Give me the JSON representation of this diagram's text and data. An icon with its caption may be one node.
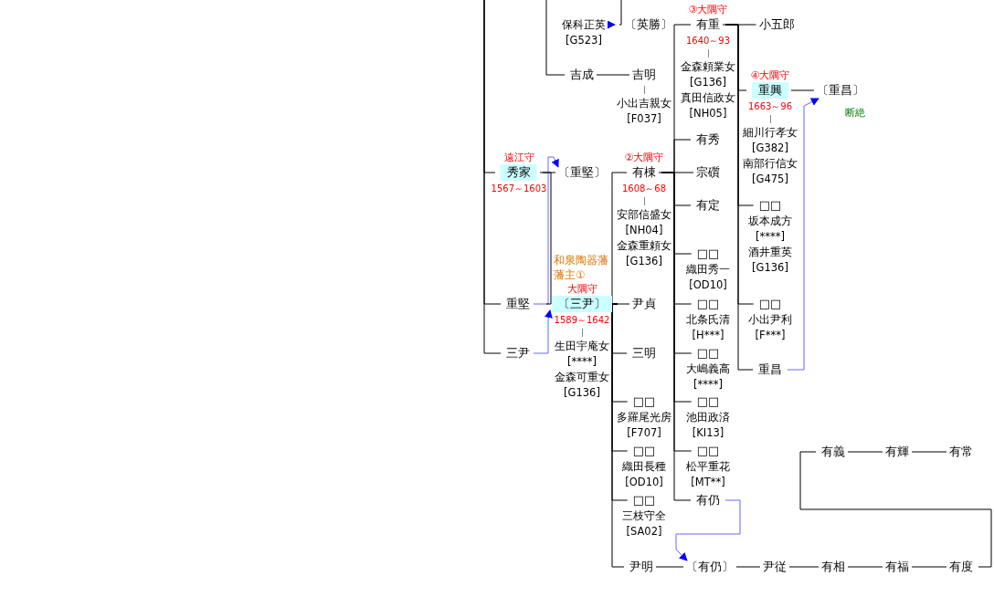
{
  "diagram": {
    "nodes": [
      {
        "text": [
          "保科正英"
        ],
        "beside": [
          "[G523]"
        ]
      },
      {
        "text": [
          "〔英勝〕"
        ]
      },
      {
        "text": [
          "有重",
          "1640～93"
        ],
        "beside": [
          "③大隅守",
          "金森頼業女 [G136]",
          "真田信政女 [NH05]"
        ]
      },
      {
        "text": [
          "小五郎"
        ]
      },
      {
        "text": [
          "吉成"
        ]
      },
      {
        "text": [
          "吉明"
        ],
        "beside": [
          "小出吉親女 [F037]"
        ]
      },
      {
        "text": [
          "重興",
          "1663～96"
        ],
        "beside": [
          "④大隅守",
          "細川行孝女 [G382]",
          "南部行信女 [G475]"
        ]
      },
      {
        "text": [
          "〔重昌〕"
        ],
        "beside": [
          "断絶"
        ]
      },
      {
        "text": [
          "有秀"
        ]
      },
      {
        "text": [
          "秀家",
          "1567～1603"
        ],
        "beside": [
          "遠江守"
        ]
      },
      {
        "text": [
          "〔重堅〕"
        ]
      },
      {
        "text": [
          "有棟",
          "1608～68"
        ],
        "beside": [
          "②大隅守",
          "安部信盛女 [NH04]",
          "金森重頼女 [G136]"
        ]
      },
      {
        "text": [
          "宗礩"
        ]
      },
      {
        "text": [
          "有定"
        ]
      },
      {
        "text": [
          "□□"
        ],
        "beside": [
          "坂本成方 [****]",
          "酒井重英 [G136]"
        ]
      },
      {
        "text": [
          "□□"
        ],
        "beside": [
          "織田秀一 [OD10]"
        ]
      },
      {
        "text": [
          "重堅"
        ]
      },
      {
        "text": [
          "〔三尹〕",
          "1589～1642"
        ],
        "beside": [
          "和泉陶器藩藩主①",
          "大隅守",
          "生田宇庵女 [****]",
          "金森可重女 [G136]"
        ]
      },
      {
        "text": [
          "尹貞"
        ]
      },
      {
        "text": [
          "□□"
        ],
        "beside": [
          "北条氏清 [H***]"
        ]
      },
      {
        "text": [
          "□□"
        ],
        "beside": [
          "小出尹利 [F***]"
        ]
      },
      {
        "text": [
          "三尹"
        ]
      },
      {
        "text": [
          "三明"
        ]
      },
      {
        "text": [
          "□□"
        ],
        "beside": [
          "大嶋義高 [****]"
        ]
      },
      {
        "text": [
          "重昌"
        ]
      },
      {
        "text": [
          "□□"
        ],
        "beside": [
          "多羅尾光房 [F707]"
        ]
      },
      {
        "text": [
          "□□"
        ],
        "beside": [
          "池田政済 [KI13]"
        ]
      },
      {
        "text": [
          "有義"
        ]
      },
      {
        "text": [
          "有輝"
        ]
      },
      {
        "text": [
          "有常"
        ]
      },
      {
        "text": [
          "□□"
        ],
        "beside": [
          "織田長種 [OD10]"
        ]
      },
      {
        "text": [
          "□□"
        ],
        "beside": [
          "松平重花 [MT**]"
        ]
      },
      {
        "text": [
          "□□"
        ],
        "beside": [
          "三枝守全 [SA02]"
        ]
      },
      {
        "text": [
          "有仍"
        ]
      },
      {
        "text": [
          "尹明"
        ]
      },
      {
        "text": [
          "〔有仍〕"
        ]
      },
      {
        "text": [
          "尹従"
        ]
      },
      {
        "text": [
          "有相"
        ]
      },
      {
        "text": [
          "有福"
        ]
      },
      {
        "text": [
          "有度"
        ]
      }
    ],
    "edges": [
      {
        "from": null,
        "to": 9,
        "arrow": "none"
      },
      {
        "from": null,
        "to": 16,
        "arrow": "none"
      },
      {
        "from": null,
        "to": 21,
        "arrow": "none"
      },
      {
        "from": null,
        "to": 4,
        "arrow": "none"
      },
      {
        "from": null,
        "to": 1,
        "arrow": "none"
      },
      {
        "from": 4,
        "to": 5,
        "arrow": "none"
      },
      {
        "from": 0,
        "to": 1,
        "arrow": "to",
        "color": "#6666ff"
      },
      {
        "from": 11,
        "to": 2,
        "arrow": "none"
      },
      {
        "from": 11,
        "to": 8,
        "arrow": "none"
      },
      {
        "from": 11,
        "to": 12,
        "arrow": "none"
      },
      {
        "from": 11,
        "to": 13,
        "arrow": "none"
      },
      {
        "from": 11,
        "to": 15,
        "arrow": "none"
      },
      {
        "from": 11,
        "to": 19,
        "arrow": "none"
      },
      {
        "from": 11,
        "to": 23,
        "arrow": "none"
      },
      {
        "from": 11,
        "to": 26,
        "arrow": "none"
      },
      {
        "from": 11,
        "to": 31,
        "arrow": "none"
      },
      {
        "from": 11,
        "to": 33,
        "arrow": "none"
      },
      {
        "from": 2,
        "to": 3,
        "arrow": "none"
      },
      {
        "from": 2,
        "to": 6,
        "arrow": "none"
      },
      {
        "from": 2,
        "to": 14,
        "arrow": "none"
      },
      {
        "from": 2,
        "to": 20,
        "arrow": "none"
      },
      {
        "from": 2,
        "to": 24,
        "arrow": "none"
      },
      {
        "from": 6,
        "to": 7,
        "arrow": "none"
      },
      {
        "from": 24,
        "to": 7,
        "arrow": "to",
        "color": "#6666ff"
      },
      {
        "from": 9,
        "to": 10,
        "arrow": "none"
      },
      {
        "from": 16,
        "to": 10,
        "arrow": "to",
        "color": "#6666ff"
      },
      {
        "from": 9,
        "to": 17,
        "arrow": "none"
      },
      {
        "from": 21,
        "to": 17,
        "arrow": "to",
        "color": "#6666ff"
      },
      {
        "from": 17,
        "to": 11,
        "arrow": "none"
      },
      {
        "from": 17,
        "to": 18,
        "arrow": "none"
      },
      {
        "from": 17,
        "to": 22,
        "arrow": "none"
      },
      {
        "from": 17,
        "to": 25,
        "arrow": "none"
      },
      {
        "from": 17,
        "to": 30,
        "arrow": "none"
      },
      {
        "from": 17,
        "to": 32,
        "arrow": "none"
      },
      {
        "from": 17,
        "to": 34,
        "arrow": "none"
      },
      {
        "from": 34,
        "to": 35,
        "arrow": "none"
      },
      {
        "from": 33,
        "to": 35,
        "arrow": "to",
        "color": "#6666ff"
      },
      {
        "from": 35,
        "to": 36,
        "arrow": "none"
      },
      {
        "from": 36,
        "to": 37,
        "arrow": "none"
      },
      {
        "from": 37,
        "to": 38,
        "arrow": "none"
      },
      {
        "from": 38,
        "to": 39,
        "arrow": "none"
      },
      {
        "from": 39,
        "to": 27,
        "arrow": "none"
      },
      {
        "from": 27,
        "to": 28,
        "arrow": "none"
      },
      {
        "from": 28,
        "to": 29,
        "arrow": "none"
      }
    ]
  }
}
